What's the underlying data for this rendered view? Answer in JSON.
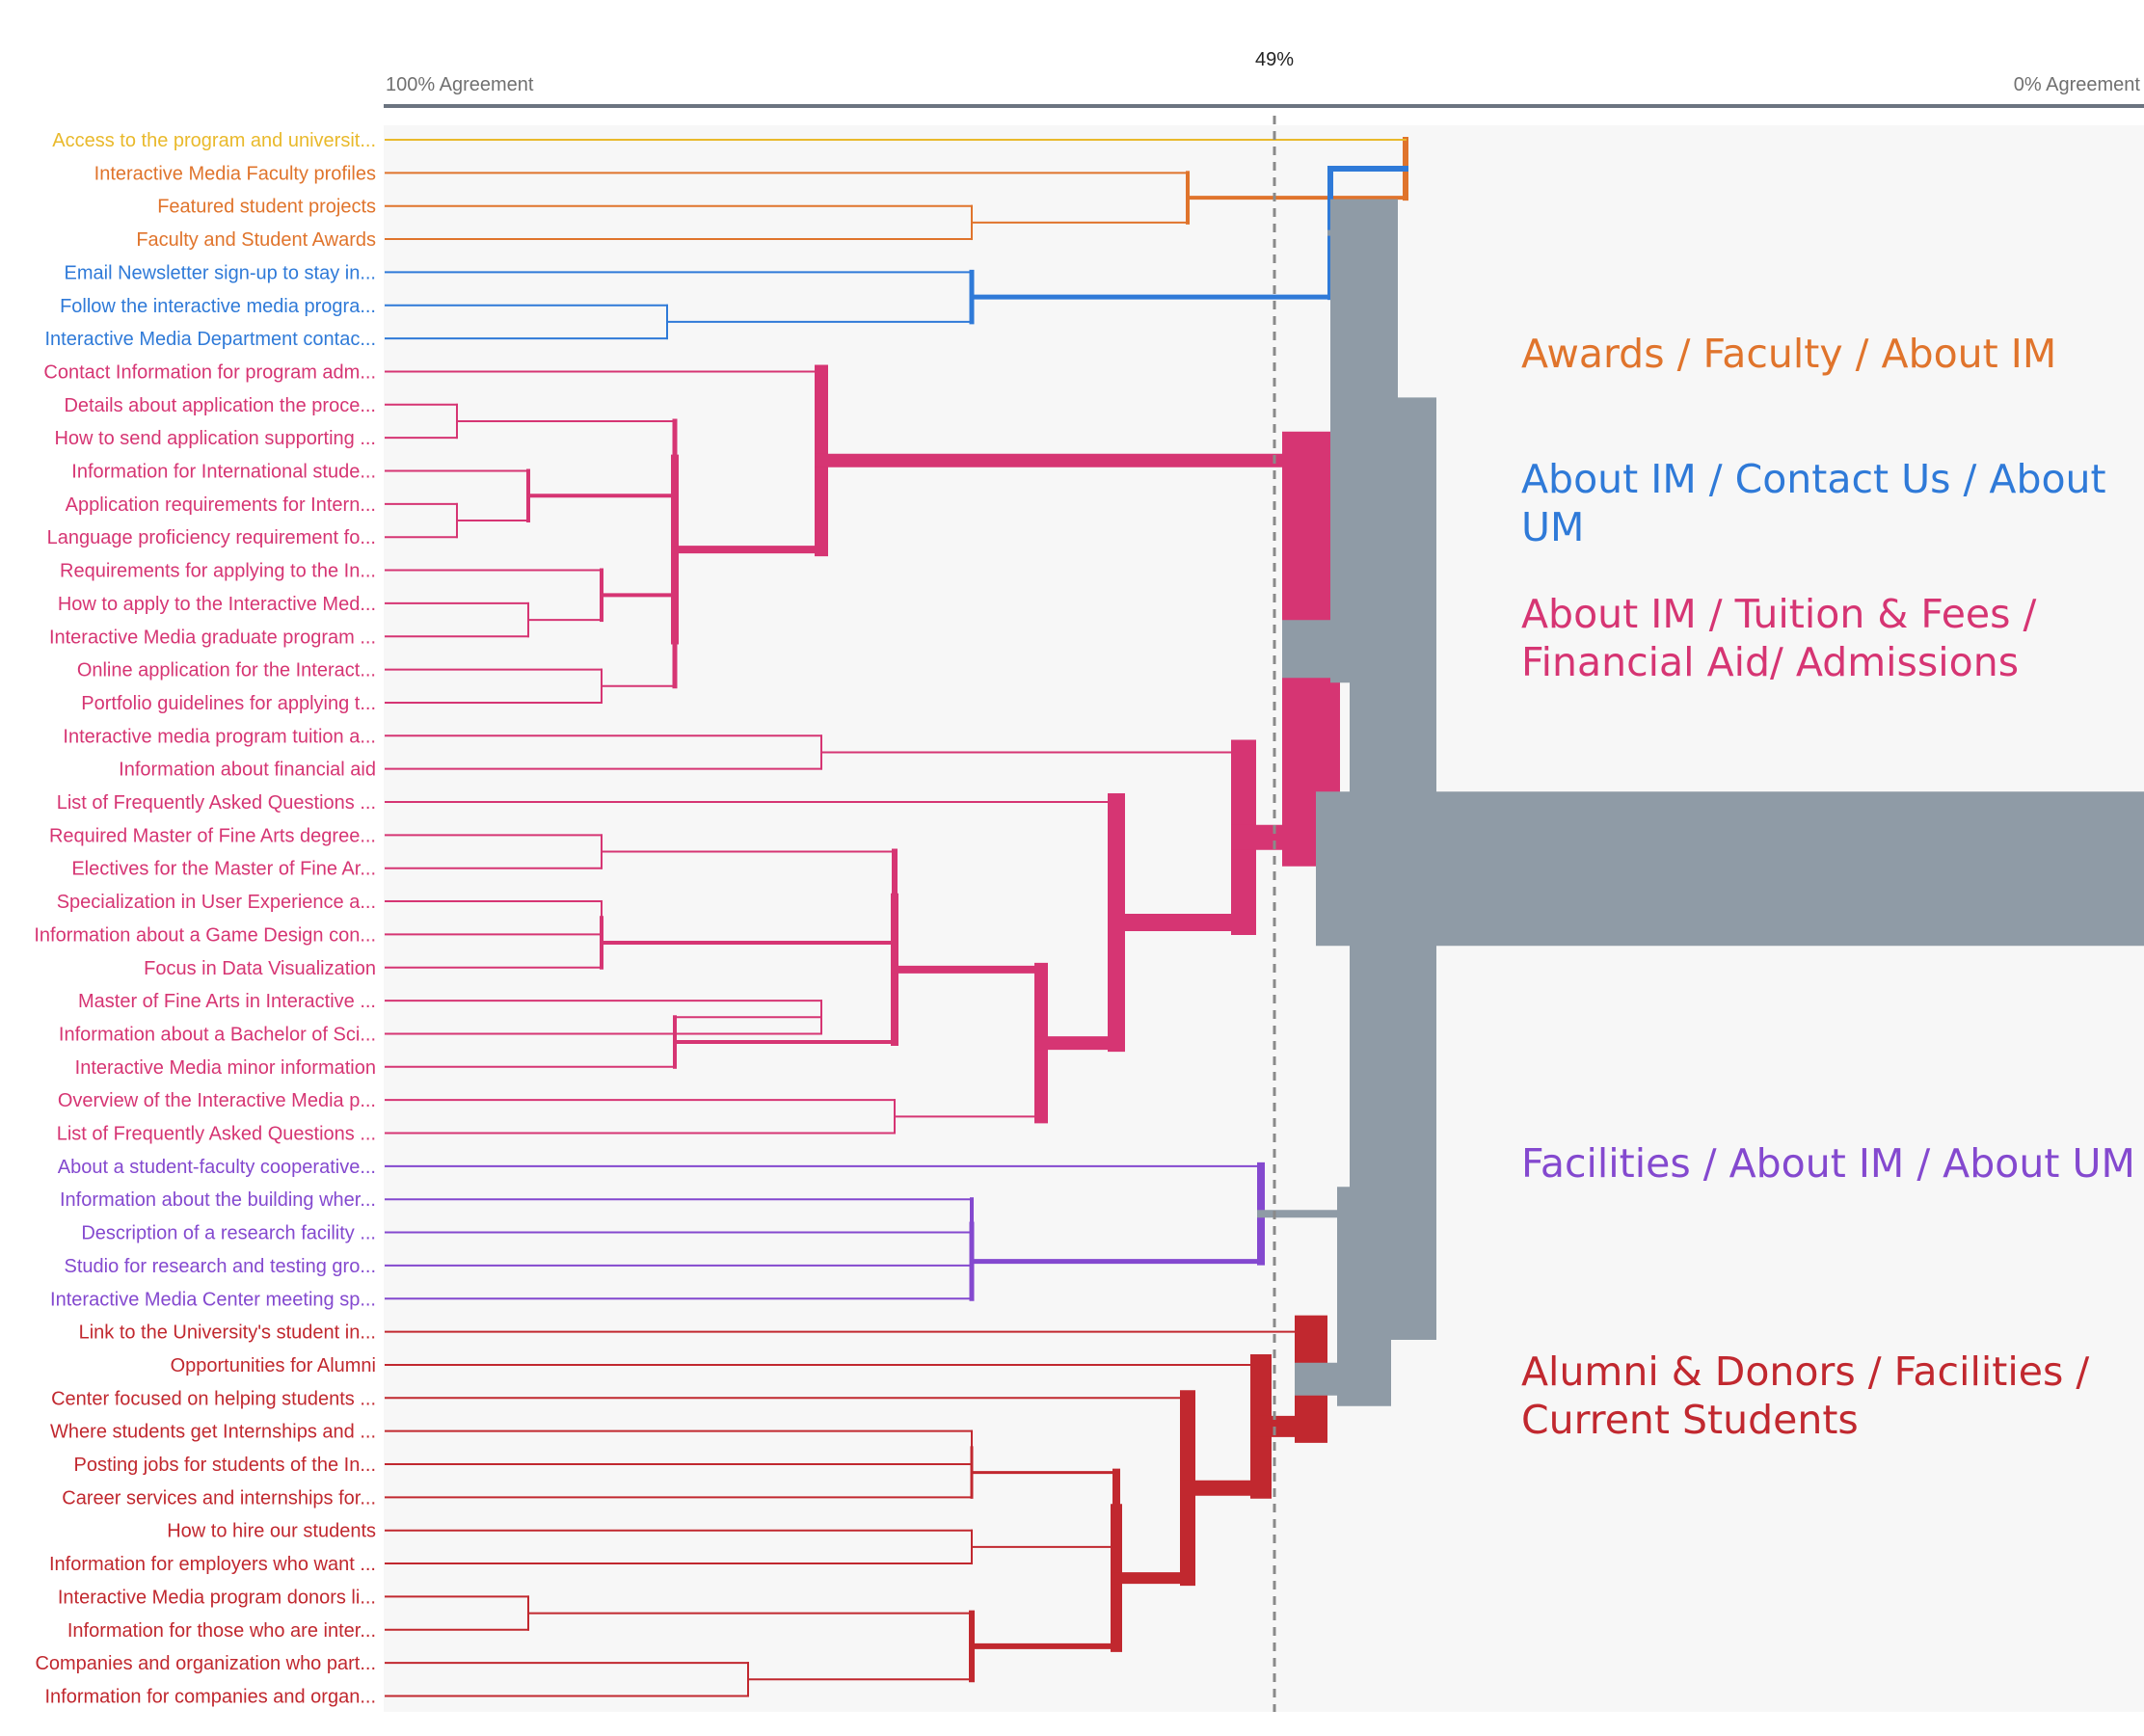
{
  "axis": {
    "left_label": "100% Agreement",
    "right_label": "0% Agreement",
    "cutoff_label": "49%",
    "cutoff_value": 49
  },
  "colors": {
    "yellow": "#e9b92b",
    "orange": "#e0742c",
    "blue": "#2f7ad8",
    "pink": "#d63573",
    "purple": "#8449cf",
    "red": "#c1282f",
    "gray": "#8f9ba6",
    "axis_line": "#6b7480",
    "axis_text": "#707070",
    "plot_bg": "#f7f7f7"
  },
  "leaves": [
    {
      "label": "Access to the program and universit...",
      "cluster": "yellow"
    },
    {
      "label": "Interactive Media Faculty profiles",
      "cluster": "orange"
    },
    {
      "label": "Featured student projects",
      "cluster": "orange"
    },
    {
      "label": "Faculty and Student Awards",
      "cluster": "orange"
    },
    {
      "label": "Email Newsletter sign-up to stay in...",
      "cluster": "blue"
    },
    {
      "label": "Follow the interactive media progra...",
      "cluster": "blue"
    },
    {
      "label": "Interactive Media Department contac...",
      "cluster": "blue"
    },
    {
      "label": "Contact Information for program adm...",
      "cluster": "pink"
    },
    {
      "label": "Details about application the proce...",
      "cluster": "pink"
    },
    {
      "label": "How to send application supporting ...",
      "cluster": "pink"
    },
    {
      "label": "Information for International stude...",
      "cluster": "pink"
    },
    {
      "label": "Application requirements for Intern...",
      "cluster": "pink"
    },
    {
      "label": "Language proficiency requirement fo...",
      "cluster": "pink"
    },
    {
      "label": "Requirements for applying to the In...",
      "cluster": "pink"
    },
    {
      "label": "How to apply to the Interactive Med...",
      "cluster": "pink"
    },
    {
      "label": "Interactive Media graduate program ...",
      "cluster": "pink"
    },
    {
      "label": "Online application for the Interact...",
      "cluster": "pink"
    },
    {
      "label": "Portfolio guidelines for applying t...",
      "cluster": "pink"
    },
    {
      "label": "Interactive media program tuition a...",
      "cluster": "pink"
    },
    {
      "label": "Information about financial aid",
      "cluster": "pink"
    },
    {
      "label": "List of Frequently Asked Questions ...",
      "cluster": "pink"
    },
    {
      "label": "Required Master of Fine Arts degree...",
      "cluster": "pink"
    },
    {
      "label": "Electives for the Master of Fine Ar...",
      "cluster": "pink"
    },
    {
      "label": "Specialization in User Experience a...",
      "cluster": "pink"
    },
    {
      "label": "Information about a Game Design con...",
      "cluster": "pink"
    },
    {
      "label": "Focus in Data Visualization",
      "cluster": "pink"
    },
    {
      "label": "Master of Fine Arts in Interactive ...",
      "cluster": "pink"
    },
    {
      "label": "Information about a Bachelor of Sci...",
      "cluster": "pink"
    },
    {
      "label": "Interactive Media minor information",
      "cluster": "pink"
    },
    {
      "label": "Overview of the Interactive Media p...",
      "cluster": "pink"
    },
    {
      "label": "List of Frequently Asked Questions ...",
      "cluster": "pink"
    },
    {
      "label": "About a student-faculty cooperative...",
      "cluster": "purple"
    },
    {
      "label": "Information about the building wher...",
      "cluster": "purple"
    },
    {
      "label": "Description of a research facility ...",
      "cluster": "purple"
    },
    {
      "label": "Studio for research and testing gro...",
      "cluster": "purple"
    },
    {
      "label": "Interactive Media Center meeting sp...",
      "cluster": "purple"
    },
    {
      "label": "Link to the University's student in...",
      "cluster": "red"
    },
    {
      "label": "Opportunities for Alumni",
      "cluster": "red"
    },
    {
      "label": "Center focused on helping students ...",
      "cluster": "red"
    },
    {
      "label": "Where students get Internships and ...",
      "cluster": "red"
    },
    {
      "label": "Posting jobs for students of the In...",
      "cluster": "red"
    },
    {
      "label": "Career services and internships for...",
      "cluster": "red"
    },
    {
      "label": "How to hire our students",
      "cluster": "red"
    },
    {
      "label": "Information for employers who want ...",
      "cluster": "red"
    },
    {
      "label": "Interactive Media program donors li...",
      "cluster": "red"
    },
    {
      "label": "Information for those who are inter...",
      "cluster": "red"
    },
    {
      "label": "Companies and organization who part...",
      "cluster": "red"
    },
    {
      "label": "Information for companies and organ...",
      "cluster": "red"
    }
  ],
  "cluster_labels": {
    "orange": "Awards / Faculty / About IM",
    "blue": "About IM / Contact Us / About UM",
    "pink": "About IM / Tuition & Fees / Financial Aid/ Admissions",
    "purple": "Facilities / About IM / About UM",
    "red": "Alumni & Donors / Facilities / Current Students"
  }
}
